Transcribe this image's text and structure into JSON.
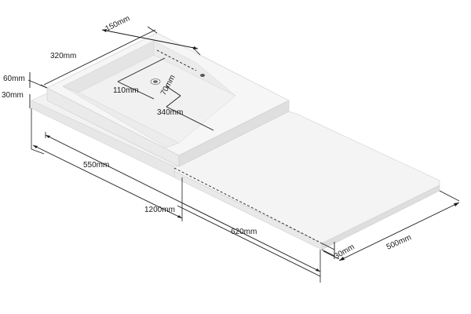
{
  "diagram": {
    "colors": {
      "top_surface": "#f4f4f4",
      "front_face": "#e9e9e9",
      "side_face": "#dedede",
      "basin_inner": "#e6e6e6",
      "basin_bottom": "#f0f0f0",
      "hole": "#555555",
      "line": "#1a1a1a"
    },
    "labels": {
      "width_150": "150mm",
      "depth_320": "320mm",
      "height_60": "60mm",
      "thickness_30_left": "30mm",
      "offset_110": "110mm",
      "offset_70": "70mm",
      "basin_340": "340mm",
      "basin_550": "550mm",
      "total_1200": "1200mm",
      "counter_620": "620mm",
      "thickness_30_right": "30mm",
      "depth_500": "500mm"
    }
  }
}
